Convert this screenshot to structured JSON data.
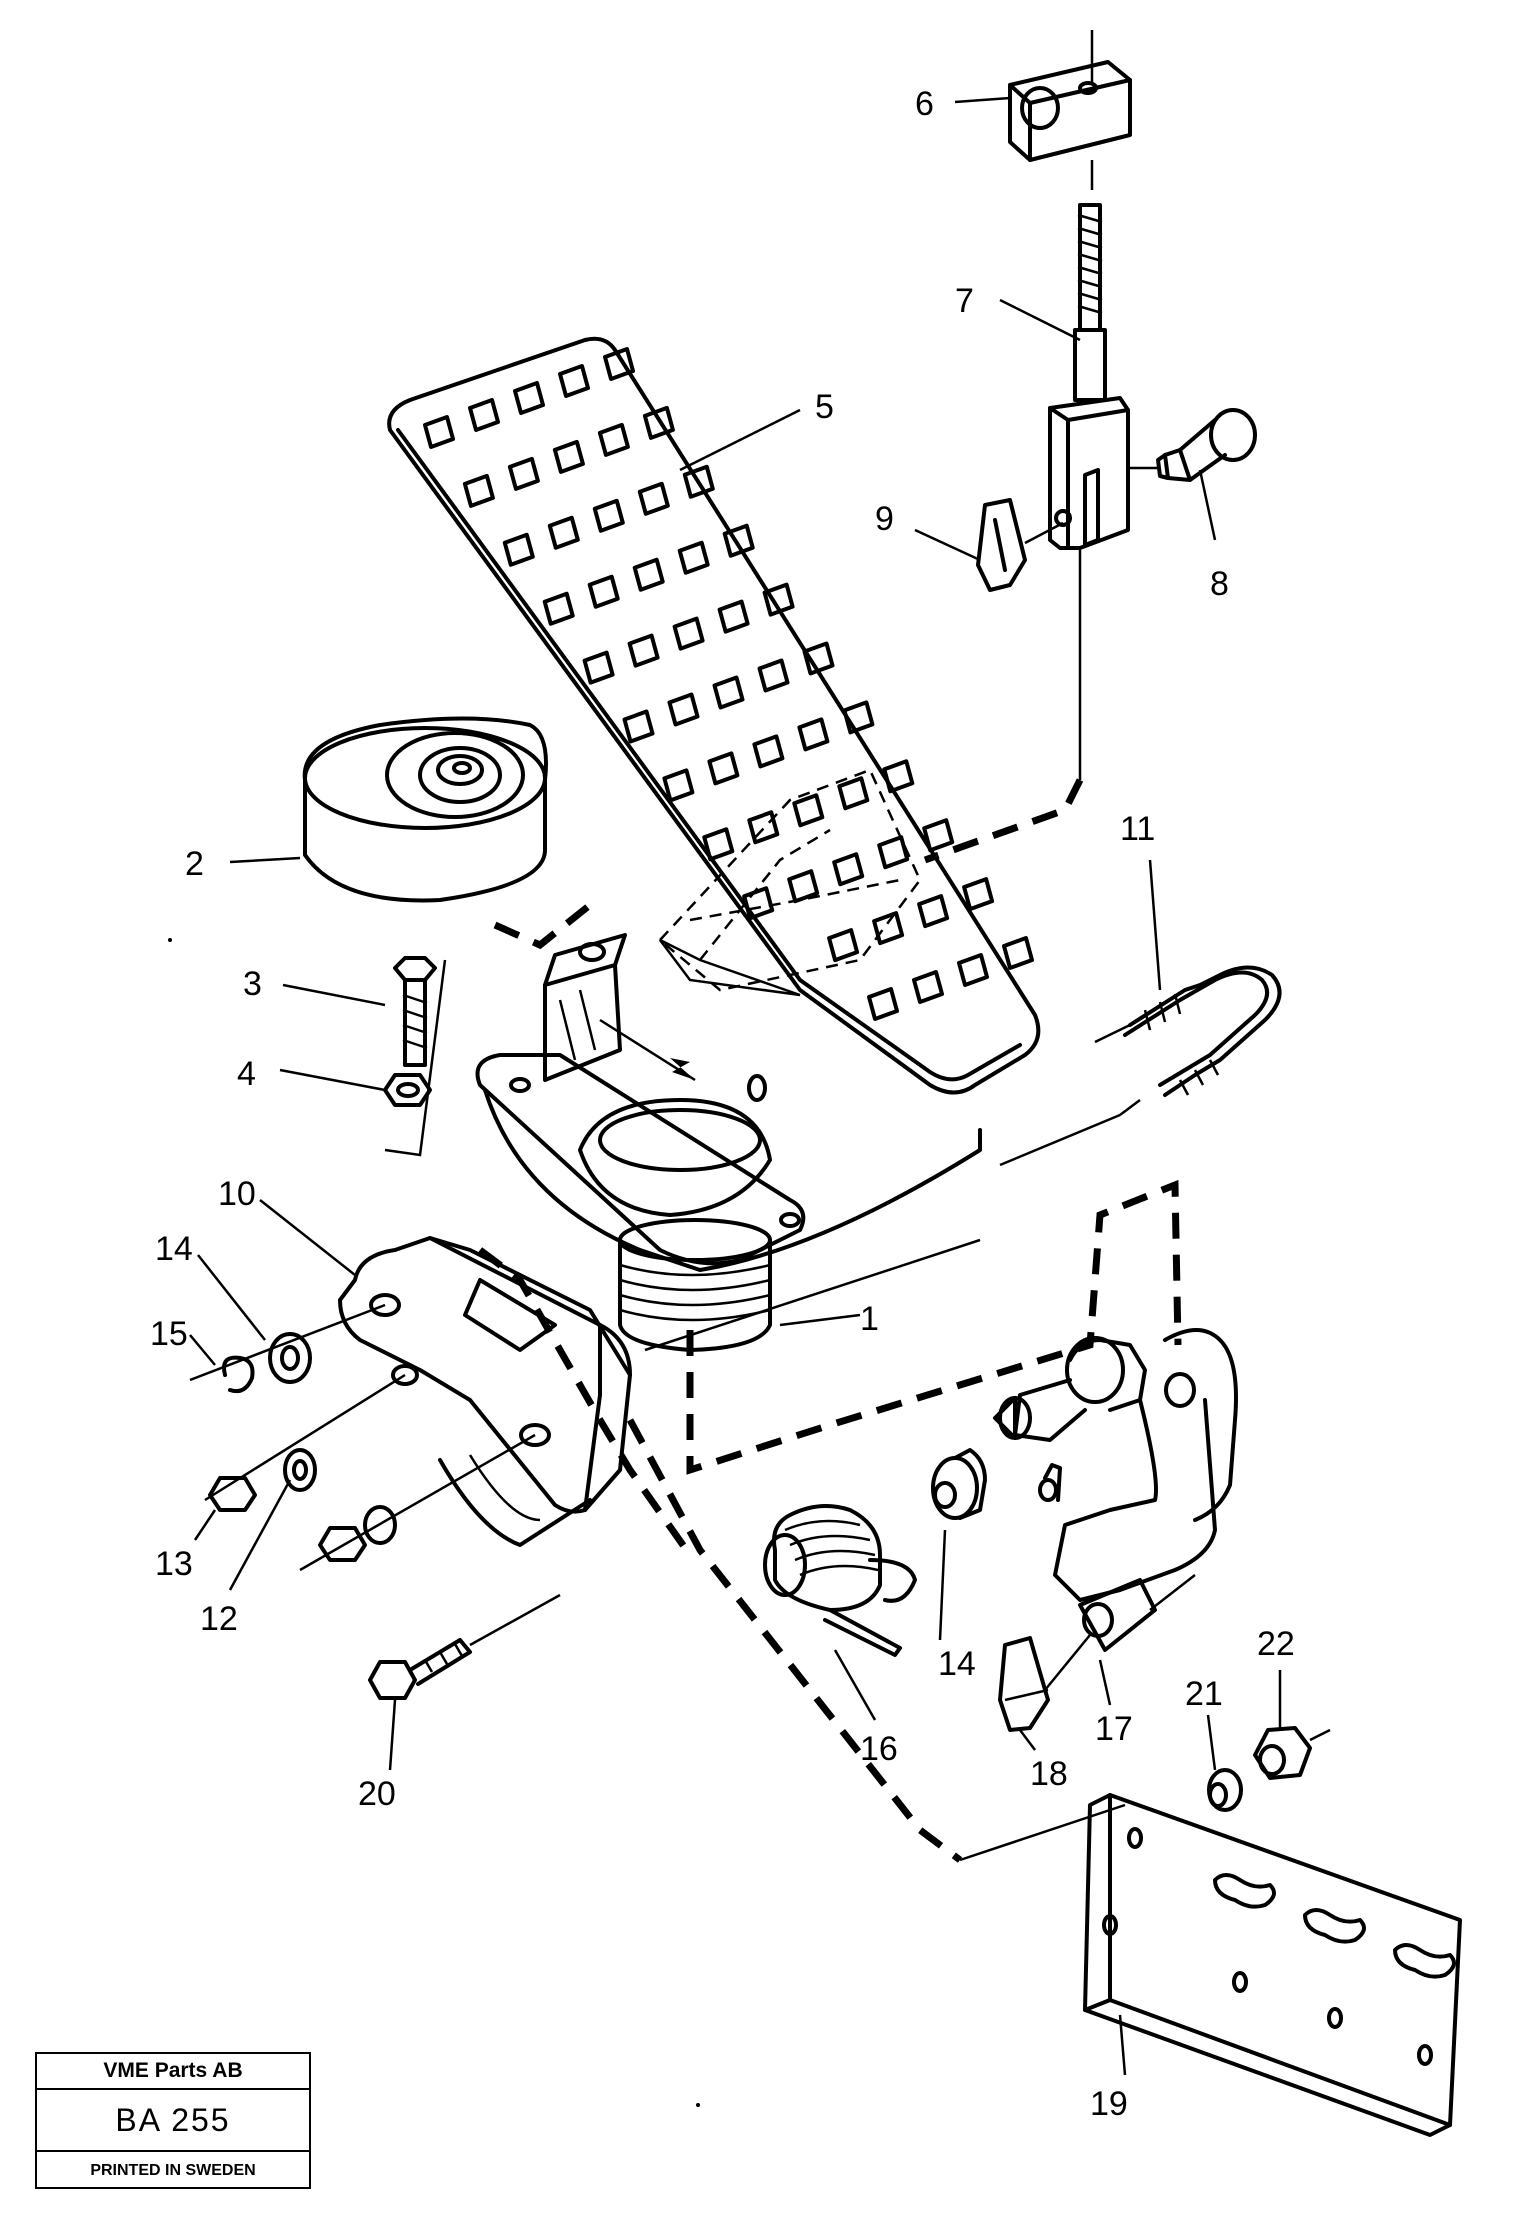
{
  "callouts": [
    "1",
    "2",
    "3",
    "4",
    "5",
    "6",
    "7",
    "8",
    "9",
    "10",
    "11",
    "12",
    "13",
    "14",
    "14",
    "15",
    "16",
    "17",
    "18",
    "19",
    "20",
    "21",
    "22"
  ],
  "title_block": {
    "company": "VME Parts AB",
    "code": "BA 255",
    "printed": "PRINTED IN SWEDEN"
  }
}
